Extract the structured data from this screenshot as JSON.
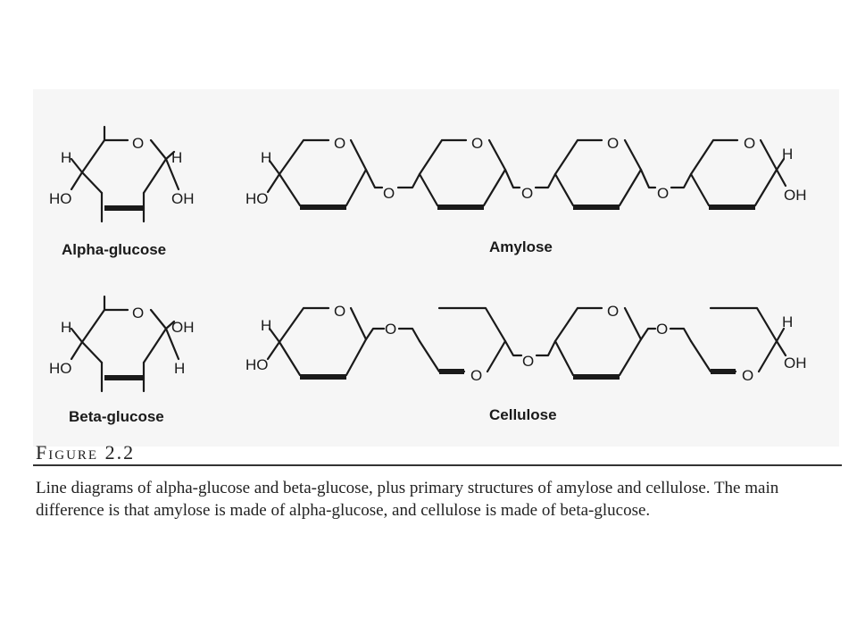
{
  "figure": {
    "title": "Figure 2.2",
    "caption": "Line diagrams of alpha-glucose and beta-glucose, plus primary structures of amylose and cellulose. The main difference is that amylose is made of alpha-glucose, and cellulose is made of beta-glucose."
  },
  "structures": {
    "alpha_glucose": "Alpha-glucose",
    "beta_glucose": "Beta-glucose",
    "amylose": "Amylose",
    "cellulose": "Cellulose"
  },
  "atoms": {
    "H": "H",
    "O": "O",
    "HO": "HO",
    "OH": "OH"
  }
}
